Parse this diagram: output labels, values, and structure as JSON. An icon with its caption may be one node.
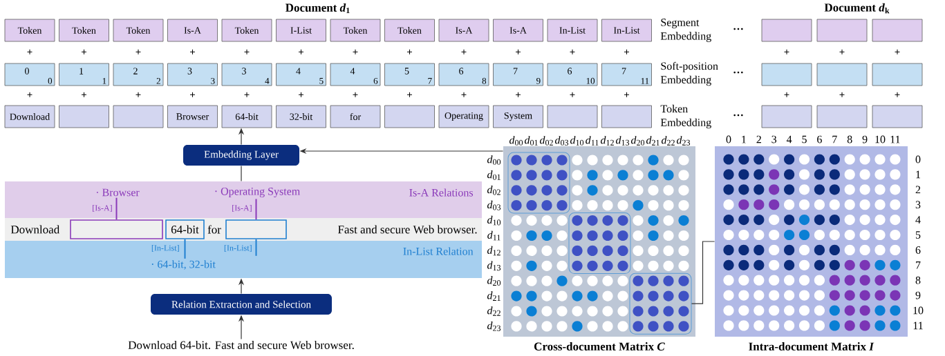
{
  "diagram": {
    "nodes": [
      {
        "text": [
          "Token"
        ]
      },
      {
        "text": [
          "Token"
        ]
      },
      {
        "text": [
          "Token"
        ]
      },
      {
        "text": [
          "Is-A"
        ]
      },
      {
        "text": [
          "Token"
        ]
      },
      {
        "text": [
          "I-List"
        ]
      },
      {
        "text": [
          "Token"
        ]
      },
      {
        "text": [
          "Token"
        ]
      },
      {
        "text": [
          "Is-A"
        ]
      },
      {
        "text": [
          "Is-A"
        ]
      },
      {
        "text": [
          "In-List"
        ]
      },
      {
        "text": [
          "In-List"
        ]
      },
      {
        "text": [
          "0",
          "0"
        ]
      },
      {
        "text": [
          "1",
          "1"
        ]
      },
      {
        "text": [
          "2",
          "2"
        ]
      },
      {
        "text": [
          "3",
          "3"
        ]
      },
      {
        "text": [
          "3",
          "4"
        ]
      },
      {
        "text": [
          "4",
          "5"
        ]
      },
      {
        "text": [
          "4",
          "6"
        ]
      },
      {
        "text": [
          "5",
          "7"
        ]
      },
      {
        "text": [
          "6",
          "8"
        ]
      },
      {
        "text": [
          "7",
          "9"
        ]
      },
      {
        "text": [
          "6",
          "10"
        ]
      },
      {
        "text": [
          "7",
          "11"
        ]
      },
      {
        "text": [
          "Download"
        ]
      },
      {
        "text": [],
        "shape": "box"
      },
      {
        "text": [],
        "shape": "box"
      },
      {
        "text": [
          "Browser"
        ]
      },
      {
        "text": [
          "64-bit"
        ]
      },
      {
        "text": [
          "32-bit"
        ]
      },
      {
        "text": [
          "for"
        ]
      },
      {
        "text": [],
        "shape": "box"
      },
      {
        "text": [
          "Operating"
        ]
      },
      {
        "text": [
          "System"
        ]
      },
      {
        "text": [],
        "shape": "box"
      },
      {
        "text": [],
        "shape": "box"
      },
      {
        "text": [],
        "shape": "box"
      },
      {
        "text": [],
        "shape": "box"
      },
      {
        "text": [],
        "shape": "box"
      },
      {
        "text": [],
        "shape": "box"
      },
      {
        "text": [],
        "shape": "box"
      },
      {
        "text": [],
        "shape": "box"
      },
      {
        "text": [],
        "shape": "box"
      },
      {
        "text": [],
        "shape": "box"
      },
      {
        "text": [],
        "shape": "box"
      },
      {
        "text": [
          "Embedding Layer"
        ]
      },
      {
        "text": [
          "Is-A Relations"
        ]
      },
      {
        "text": [
          "Download",
          "for",
          "Fast and secure Web browser."
        ]
      },
      {
        "text": [],
        "shape": "box",
        "in": 47
      },
      {
        "text": [
          "64-bit"
        ],
        "in": 47
      },
      {
        "text": [],
        "shape": "box",
        "in": 47
      },
      {
        "text": [
          "In-List Relation"
        ]
      },
      {
        "text": [
          "· Browser"
        ],
        "in": 46
      },
      {
        "text": [
          "· Operating System"
        ],
        "in": 46
      },
      {
        "text": [
          "· 64-bit, 32-bit"
        ],
        "in": 51
      },
      {
        "text": [
          "Relation Extraction and Selection"
        ]
      },
      {
        "text": [
          "Download 64-bit. Fast and secure Web browser."
        ]
      },
      {
        "text": [
          "Cross-document Matrix *C*"
        ]
      },
      {
        "text": [
          "Intra-document Matrix *I*"
        ]
      },
      {
        "text": [],
        "shape": "box",
        "in": 57
      },
      {
        "text": [],
        "shape": "box",
        "in": 57
      },
      {
        "text": [],
        "shape": "box",
        "in": 57
      }
    ],
    "edges": [
      {
        "from": 46,
        "to": 45,
        "arrow": "none"
      },
      {
        "from": 45,
        "to": 28,
        "arrow": "to"
      },
      {
        "from": 57,
        "to": 45,
        "arrow": "to"
      },
      {
        "from": 48,
        "to": 52,
        "arrow": "none",
        "label": "[Is-A]",
        "color": "#8a3ab9"
      },
      {
        "from": 50,
        "to": 53,
        "arrow": "none",
        "label": "[Is-A]",
        "color": "#8a3ab9"
      },
      {
        "from": 49,
        "to": 54,
        "arrow": "none",
        "label": "[In-List]",
        "color": "#1f7fd0"
      },
      {
        "from": 50,
        "to": null,
        "arrow": "none",
        "label": "[In-List]",
        "color": "#1f7fd0"
      },
      {
        "from": 55,
        "to": 51,
        "arrow": "to"
      },
      {
        "from": 56,
        "to": 55,
        "arrow": "to"
      },
      {
        "from": 61,
        "to": 58,
        "arrow": "none"
      }
    ],
    "labels": [
      "Document *d*$_{1}$",
      "Document *d*$_{k}$",
      "Segment Embedding",
      "···",
      "+",
      "+",
      "+",
      "+",
      "+",
      "+",
      "+",
      "+",
      "+",
      "+",
      "+",
      "+",
      "+",
      "+",
      "+",
      "Soft-position Embedding",
      "···",
      "+",
      "+",
      "+",
      "+",
      "+",
      "+",
      "+",
      "+",
      "+",
      "+",
      "+",
      "+",
      "+",
      "+",
      "+",
      "Token Embedding",
      "···",
      "*d*$_{00}$",
      "*d*$_{01}$",
      "*d*$_{02}$",
      "*d*$_{03}$",
      "*d*$_{10}$",
      "*d*$_{11}$",
      "*d*$_{12}$",
      "*d*$_{13}$",
      "*d*$_{20}$",
      "*d*$_{21}$",
      "*d*$_{22}$",
      "*d*$_{23}$",
      "0",
      "1",
      "2",
      "3",
      "4",
      "5",
      "6",
      "7",
      "8",
      "9",
      "10",
      "11",
      "*d*$_{00}$",
      "*d*$_{01}$",
      "*d*$_{02}$",
      "*d*$_{03}$",
      "*d*$_{10}$",
      "*d*$_{11}$",
      "*d*$_{12}$",
      "*d*$_{13}$",
      "*d*$_{20}$",
      "*d*$_{21}$",
      "*d*$_{22}$",
      "*d*$_{23}$",
      "0",
      "1",
      "2",
      "3",
      "4",
      "5",
      "6",
      "7",
      "8",
      "9",
      "10",
      "11"
    ]
  }
}
